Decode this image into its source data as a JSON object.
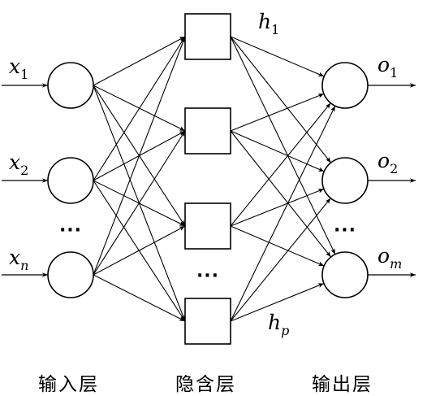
{
  "layers": {
    "input_label": "输入层",
    "hidden_label": "隐含层",
    "output_label": "输出层"
  },
  "inputs": [
    {
      "base": "x",
      "sub": "1",
      "sub_italic": false
    },
    {
      "base": "x",
      "sub": "2",
      "sub_italic": false
    },
    {
      "base": "x",
      "sub": "n",
      "sub_italic": true
    }
  ],
  "hidden_labels": [
    {
      "base": "h",
      "sub": "1",
      "sub_italic": false
    },
    {
      "base": "h",
      "sub": "p",
      "sub_italic": true
    }
  ],
  "outputs": [
    {
      "base": "o",
      "sub": "1",
      "sub_italic": false
    },
    {
      "base": "o",
      "sub": "2",
      "sub_italic": false
    },
    {
      "base": "o",
      "sub": "m",
      "sub_italic": true
    }
  ],
  "ellipsis": "···",
  "colors": {
    "stroke": "#000000",
    "background": "#ffffff"
  }
}
